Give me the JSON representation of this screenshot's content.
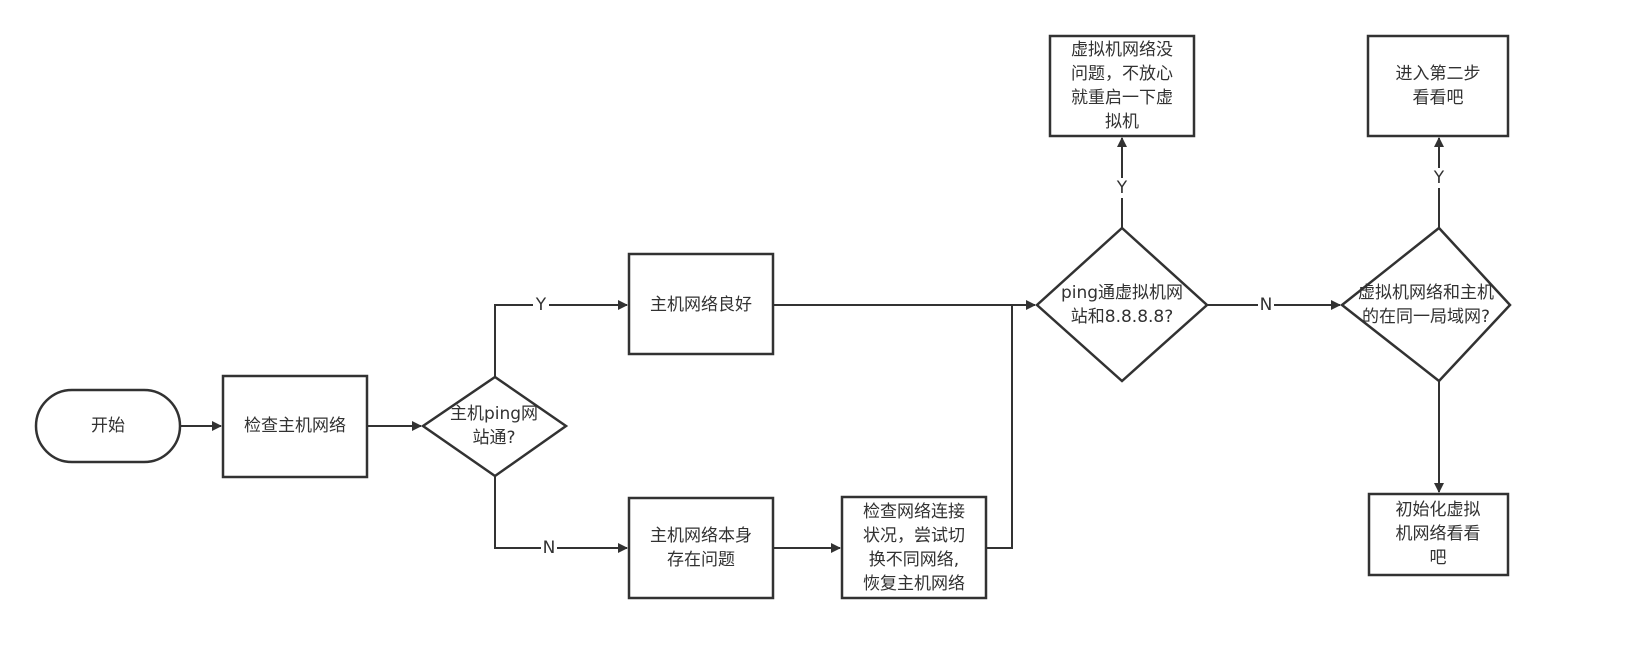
{
  "diagram": {
    "type": "flowchart",
    "nodes": {
      "start": {
        "kind": "terminator",
        "lines": [
          "开始"
        ]
      },
      "check_host": {
        "kind": "process",
        "lines": [
          "检查主机网络"
        ]
      },
      "host_ping": {
        "kind": "decision",
        "lines": [
          "主机ping网",
          "站通?"
        ]
      },
      "host_good": {
        "kind": "process",
        "lines": [
          "主机网络良好"
        ]
      },
      "host_problem": {
        "kind": "process",
        "lines": [
          "主机网络本身",
          "存在问题"
        ]
      },
      "fix_host": {
        "kind": "process",
        "lines": [
          "检查网络连接",
          "状况，尝试切",
          "换不同网络,",
          "恢复主机网络"
        ]
      },
      "vm_ping": {
        "kind": "decision",
        "lines": [
          "ping通虚拟机网",
          "站和8.8.8.8?"
        ]
      },
      "vm_ok": {
        "kind": "process",
        "lines": [
          "虚拟机网络没",
          "问题，不放心",
          "就重启一下虚",
          "拟机"
        ]
      },
      "same_lan": {
        "kind": "decision",
        "lines": [
          "虚拟机网络和主机",
          "的在同一局域网?"
        ]
      },
      "step_two": {
        "kind": "process",
        "lines": [
          "进入第二步",
          "看看吧"
        ]
      },
      "init_vm": {
        "kind": "process",
        "lines": [
          "初始化虚拟",
          "机网络看看",
          "吧"
        ]
      }
    },
    "edges": [
      {
        "from": "start",
        "to": "check_host",
        "label": ""
      },
      {
        "from": "check_host",
        "to": "host_ping",
        "label": ""
      },
      {
        "from": "host_ping",
        "to": "host_good",
        "label": "Y"
      },
      {
        "from": "host_ping",
        "to": "host_problem",
        "label": "N"
      },
      {
        "from": "host_problem",
        "to": "fix_host",
        "label": ""
      },
      {
        "from": "host_good",
        "to": "vm_ping",
        "label": ""
      },
      {
        "from": "fix_host",
        "to": "vm_ping",
        "label": ""
      },
      {
        "from": "vm_ping",
        "to": "vm_ok",
        "label": "Y"
      },
      {
        "from": "vm_ping",
        "to": "same_lan",
        "label": "N"
      },
      {
        "from": "same_lan",
        "to": "step_two",
        "label": "Y"
      },
      {
        "from": "same_lan",
        "to": "init_vm",
        "label": ""
      }
    ]
  }
}
